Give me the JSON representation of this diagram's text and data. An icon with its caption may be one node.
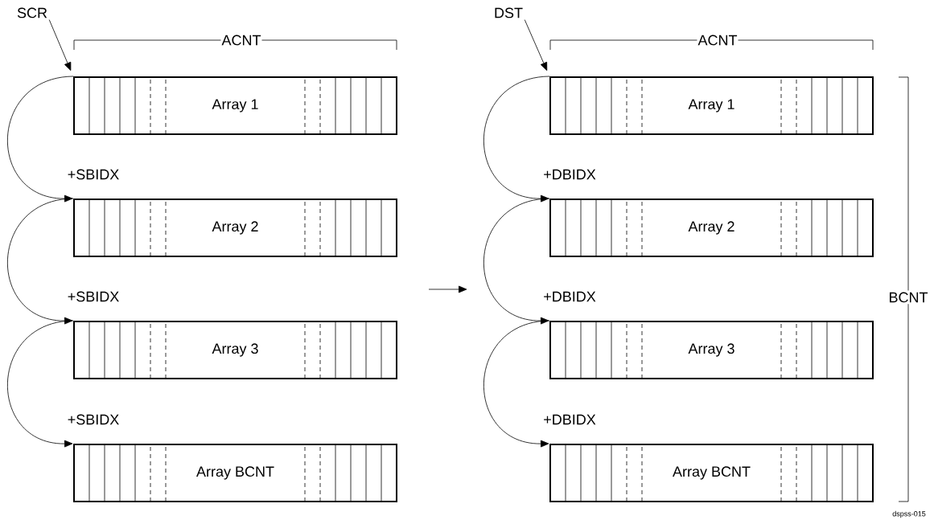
{
  "diagram": {
    "nodes": [
      {
        "text": [
          "SCR"
        ]
      },
      {
        "text": [
          "Array 1"
        ]
      },
      {
        "text": [
          "Array 2"
        ]
      },
      {
        "text": [
          "Array 3"
        ]
      },
      {
        "text": [
          "Array BCNT"
        ]
      },
      {
        "text": [
          "DST"
        ]
      },
      {
        "text": [
          "Array 1"
        ]
      },
      {
        "text": [
          "Array 2"
        ]
      },
      {
        "text": [
          "Array 3"
        ]
      },
      {
        "text": [
          "Array BCNT"
        ]
      }
    ],
    "edges": [
      {
        "from": 0,
        "to": 1,
        "arrow": "to"
      },
      {
        "from": 1,
        "to": 2,
        "arrow": "to",
        "label": "+SBIDX"
      },
      {
        "from": 2,
        "to": 3,
        "arrow": "to",
        "label": "+SBIDX"
      },
      {
        "from": 3,
        "to": 4,
        "arrow": "to",
        "label": "+SBIDX"
      },
      {
        "from": 5,
        "to": 6,
        "arrow": "to"
      },
      {
        "from": 6,
        "to": 7,
        "arrow": "to",
        "label": "+DBIDX"
      },
      {
        "from": 7,
        "to": 8,
        "arrow": "to",
        "label": "+DBIDX"
      },
      {
        "from": 8,
        "to": 9,
        "arrow": "to",
        "label": "+DBIDX"
      }
    ],
    "labels": [
      "ACNT",
      "ACNT",
      "BCNT",
      "dspss-015"
    ]
  }
}
